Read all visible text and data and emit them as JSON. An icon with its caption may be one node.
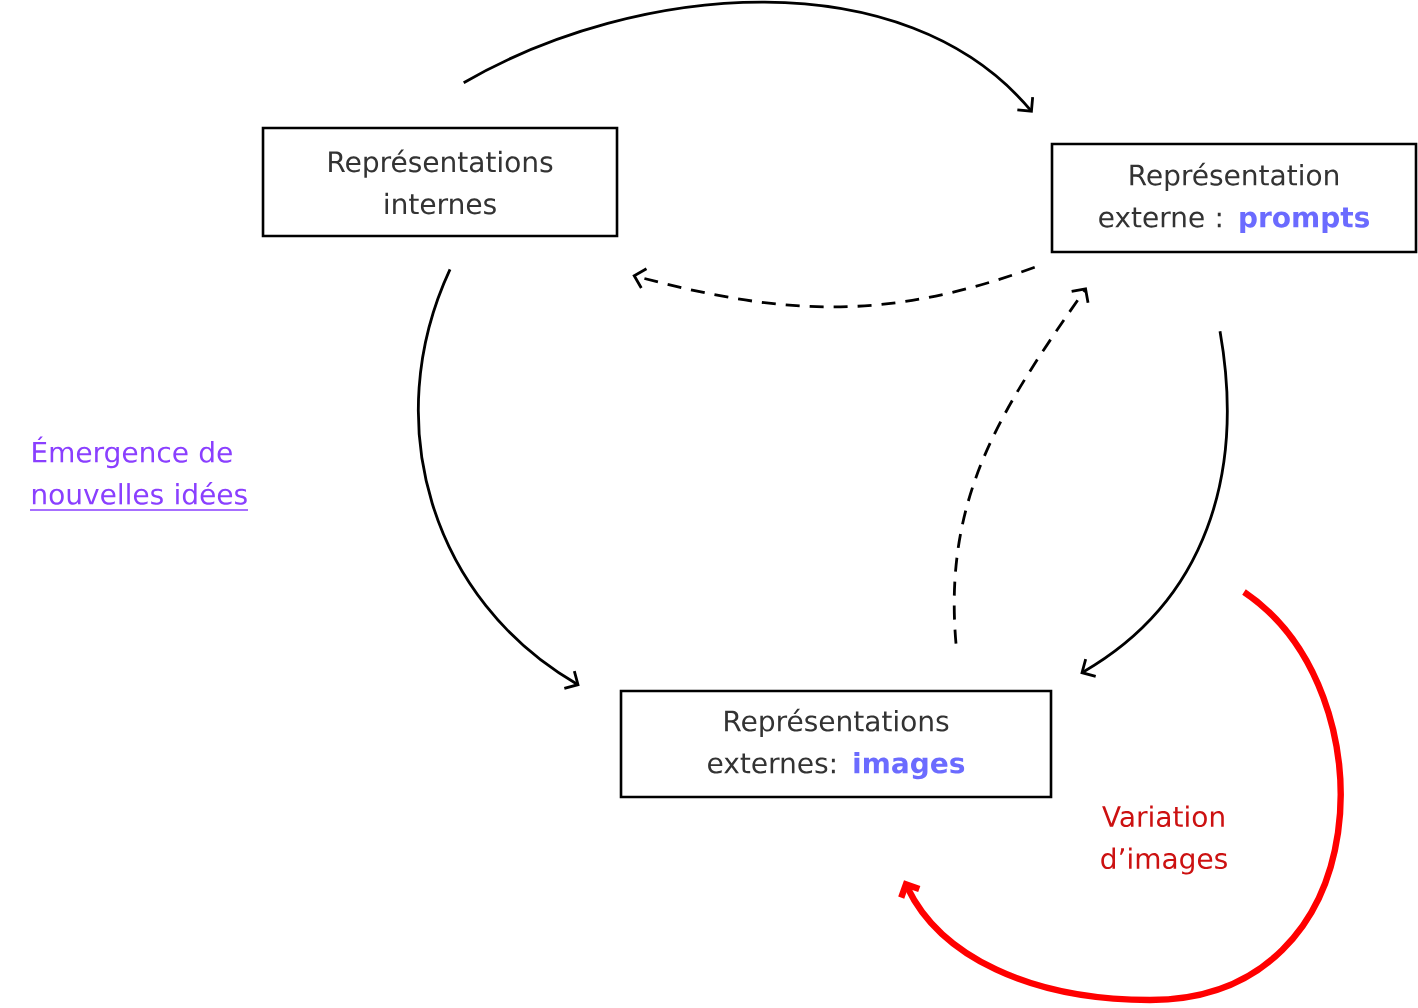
{
  "diagram": {
    "nodes": [
      {
        "text": [
          "Représentations internes"
        ]
      },
      {
        "text": [
          "Représentation externe :",
          "prompts"
        ]
      },
      {
        "text": [
          "Représentations externes:",
          "images"
        ]
      }
    ],
    "edges": [
      {
        "from": 0,
        "to": 1,
        "arrow": "to"
      },
      {
        "from": 1,
        "to": 0,
        "arrow": "to",
        "style": "dashed"
      },
      {
        "from": 2,
        "to": 1,
        "arrow": "to",
        "style": "dashed"
      },
      {
        "from": 0,
        "to": 2,
        "arrow": "to"
      },
      {
        "from": 1,
        "to": 2,
        "arrow": "to"
      },
      {
        "from": null,
        "to": 2,
        "arrow": "to",
        "style": "thick",
        "color": "#ff0000",
        "label": "Variation d’images"
      }
    ],
    "labels": [
      "Émergence de nouvelles idées"
    ]
  }
}
